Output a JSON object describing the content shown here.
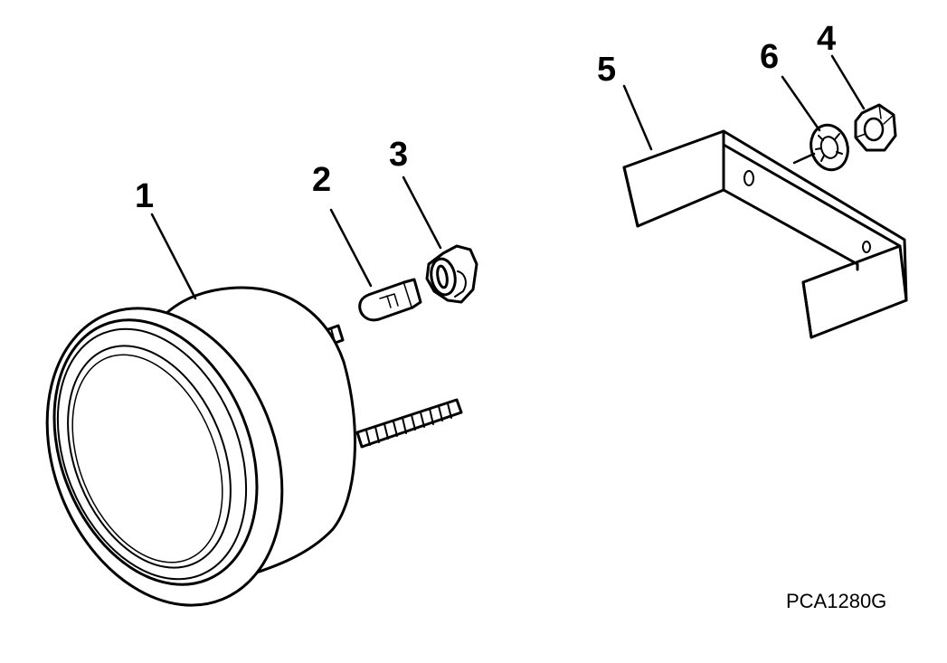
{
  "diagram": {
    "callouts": [
      {
        "id": "c1",
        "label": "1"
      },
      {
        "id": "c2",
        "label": "2"
      },
      {
        "id": "c3",
        "label": "3"
      },
      {
        "id": "c4",
        "label": "4"
      },
      {
        "id": "c5",
        "label": "5"
      },
      {
        "id": "c6",
        "label": "6"
      }
    ],
    "figure_code": "PCA1280G"
  }
}
